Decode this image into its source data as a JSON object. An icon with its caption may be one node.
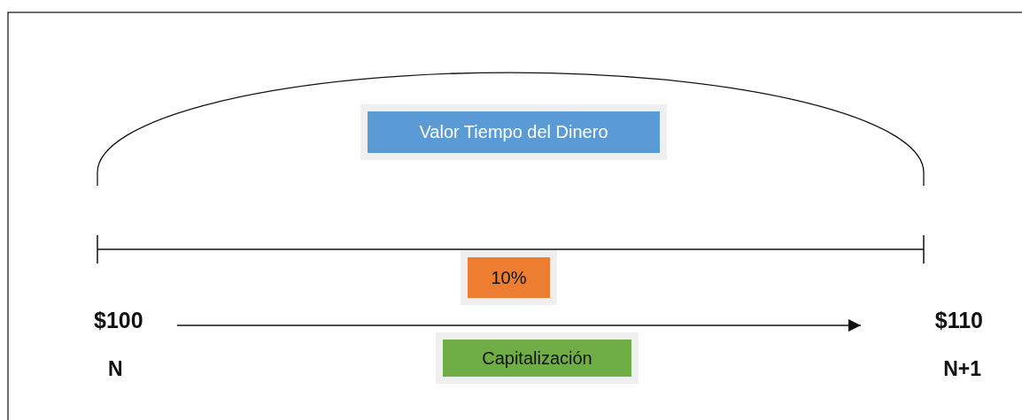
{
  "diagram": {
    "nodes": [
      {
        "text": [
          "Valor Tiempo del Dinero"
        ]
      },
      {
        "text": [
          "10%"
        ]
      },
      {
        "text": [
          "$100"
        ]
      },
      {
        "text": [
          "$110"
        ]
      },
      {
        "text": [
          "Capitalización"
        ]
      }
    ],
    "edges": [
      {
        "from": 2,
        "to": 3,
        "arrow": "to"
      }
    ],
    "labels": [
      "N",
      "N+1"
    ]
  }
}
